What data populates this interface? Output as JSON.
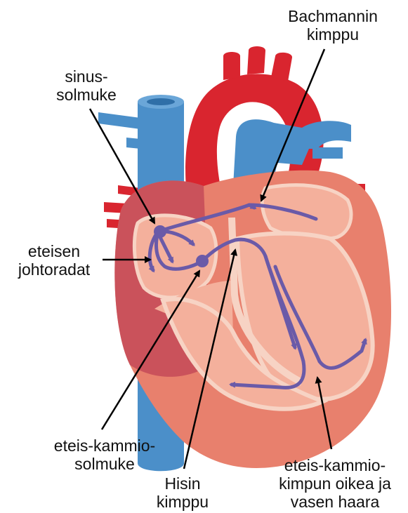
{
  "labels": {
    "bachmann": {
      "line1": "Bachmannin",
      "line2": "kimppu"
    },
    "sinus": {
      "line1": "sinus-",
      "line2": "solmuke"
    },
    "eteisen": {
      "line1": "eteisen",
      "line2": "johtoradat"
    },
    "eteis_kammio_solmuke": {
      "line1": "eteis-kammio-",
      "line2": "solmuke"
    },
    "hisin": {
      "line1": "Hisin",
      "line2": "kimppu"
    },
    "haarat": {
      "line1": "eteis-kammio-",
      "line2": "kimpun oikea ja",
      "line3": "vasen haara"
    }
  },
  "colors": {
    "aorta_red": "#d9252f",
    "vein_blue": "#4b8fc9",
    "heart_wall": "#e8806d",
    "heart_outer": "#c44a58",
    "chamber_fill": "#f4b09c",
    "conduction_path": "#6a5aa8",
    "pointer_line": "#000000"
  }
}
